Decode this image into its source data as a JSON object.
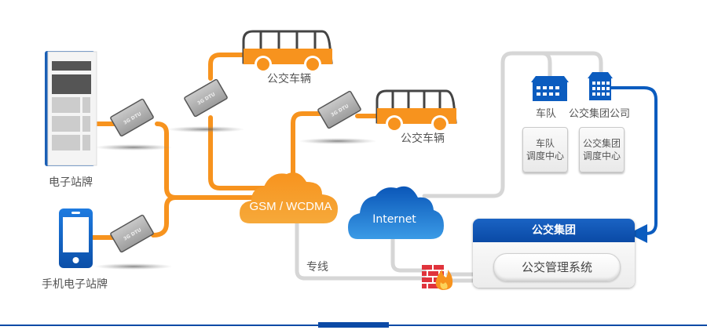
{
  "colors": {
    "orange": "#f7931e",
    "orange_cloud": "#f7941d",
    "blue": "#0b5cbf",
    "blue_cloud": "#1d74d0",
    "gray_line": "#d4d4d4",
    "firewall_red": "#e0333c",
    "label_text": "#555555"
  },
  "nodes": {
    "e_sign": {
      "label": "电子站牌",
      "icon": "kiosk-icon"
    },
    "mobile_sign": {
      "label": "手机电子站牌",
      "icon": "smartphone-icon"
    },
    "bus_top": {
      "label": "公交车辆",
      "icon": "bus-icon"
    },
    "bus_right": {
      "label": "公交车辆",
      "icon": "bus-icon"
    },
    "dtu_label": "3G DTU",
    "gsm_cloud": {
      "label": "GSM / WCDMA"
    },
    "internet_cloud": {
      "label": "Internet"
    },
    "private_line": {
      "label": "专线"
    },
    "fleet": {
      "label": "车队",
      "icon": "building-icon"
    },
    "group_company": {
      "label": "公交集团公司",
      "icon": "building-icon"
    },
    "fleet_dispatch": {
      "line1": "车队",
      "line2": "调度中心"
    },
    "group_dispatch": {
      "line1": "公交集团",
      "line2": "调度中心"
    },
    "group_panel": {
      "title": "公交集团",
      "system": "公交管理系统"
    },
    "firewall": {
      "icon": "firewall-icon"
    }
  }
}
